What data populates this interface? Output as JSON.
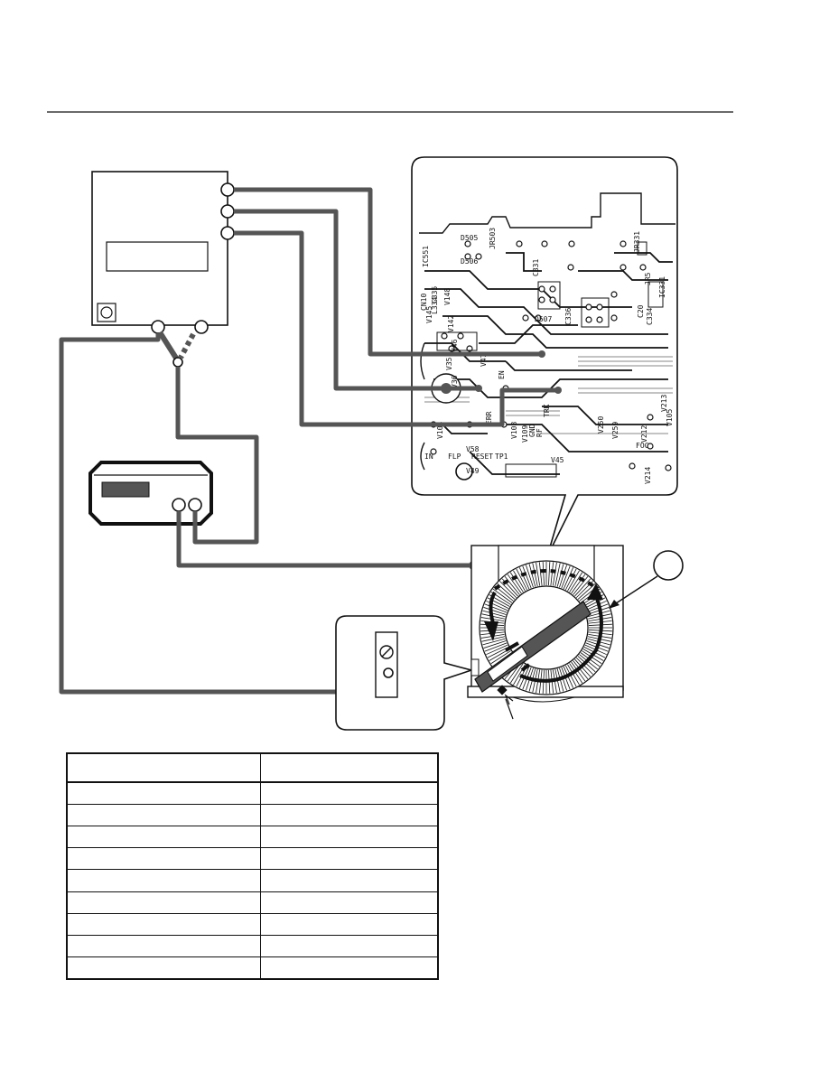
{
  "document": {
    "header_rule": true
  },
  "pcb": {
    "silkscreen": [
      "D505",
      "D506",
      "D507",
      "JR503",
      "JR331",
      "JR5",
      "IC331",
      "IC551",
      "C20",
      "C331",
      "C334",
      "C335",
      "C336",
      "CN10",
      "L334",
      "V145",
      "V148",
      "V142",
      "V46",
      "V47",
      "V35",
      "V36",
      "V58",
      "V49",
      "V45",
      "V250",
      "V259",
      "V212",
      "V214",
      "V213",
      "V105",
      "V104",
      "V108",
      "V109",
      "GND",
      "RF",
      "ERR",
      "EN",
      "TRK",
      "FOC",
      "IN",
      "FLP",
      "RESET",
      "TP1"
    ]
  },
  "table": {
    "headers": [
      "",
      ""
    ],
    "rows": [
      [
        "",
        ""
      ],
      [
        "",
        ""
      ],
      [
        "",
        ""
      ],
      [
        "",
        ""
      ],
      [
        "",
        ""
      ],
      [
        "",
        ""
      ],
      [
        "",
        ""
      ],
      [
        "",
        ""
      ],
      [
        "",
        ""
      ]
    ]
  }
}
